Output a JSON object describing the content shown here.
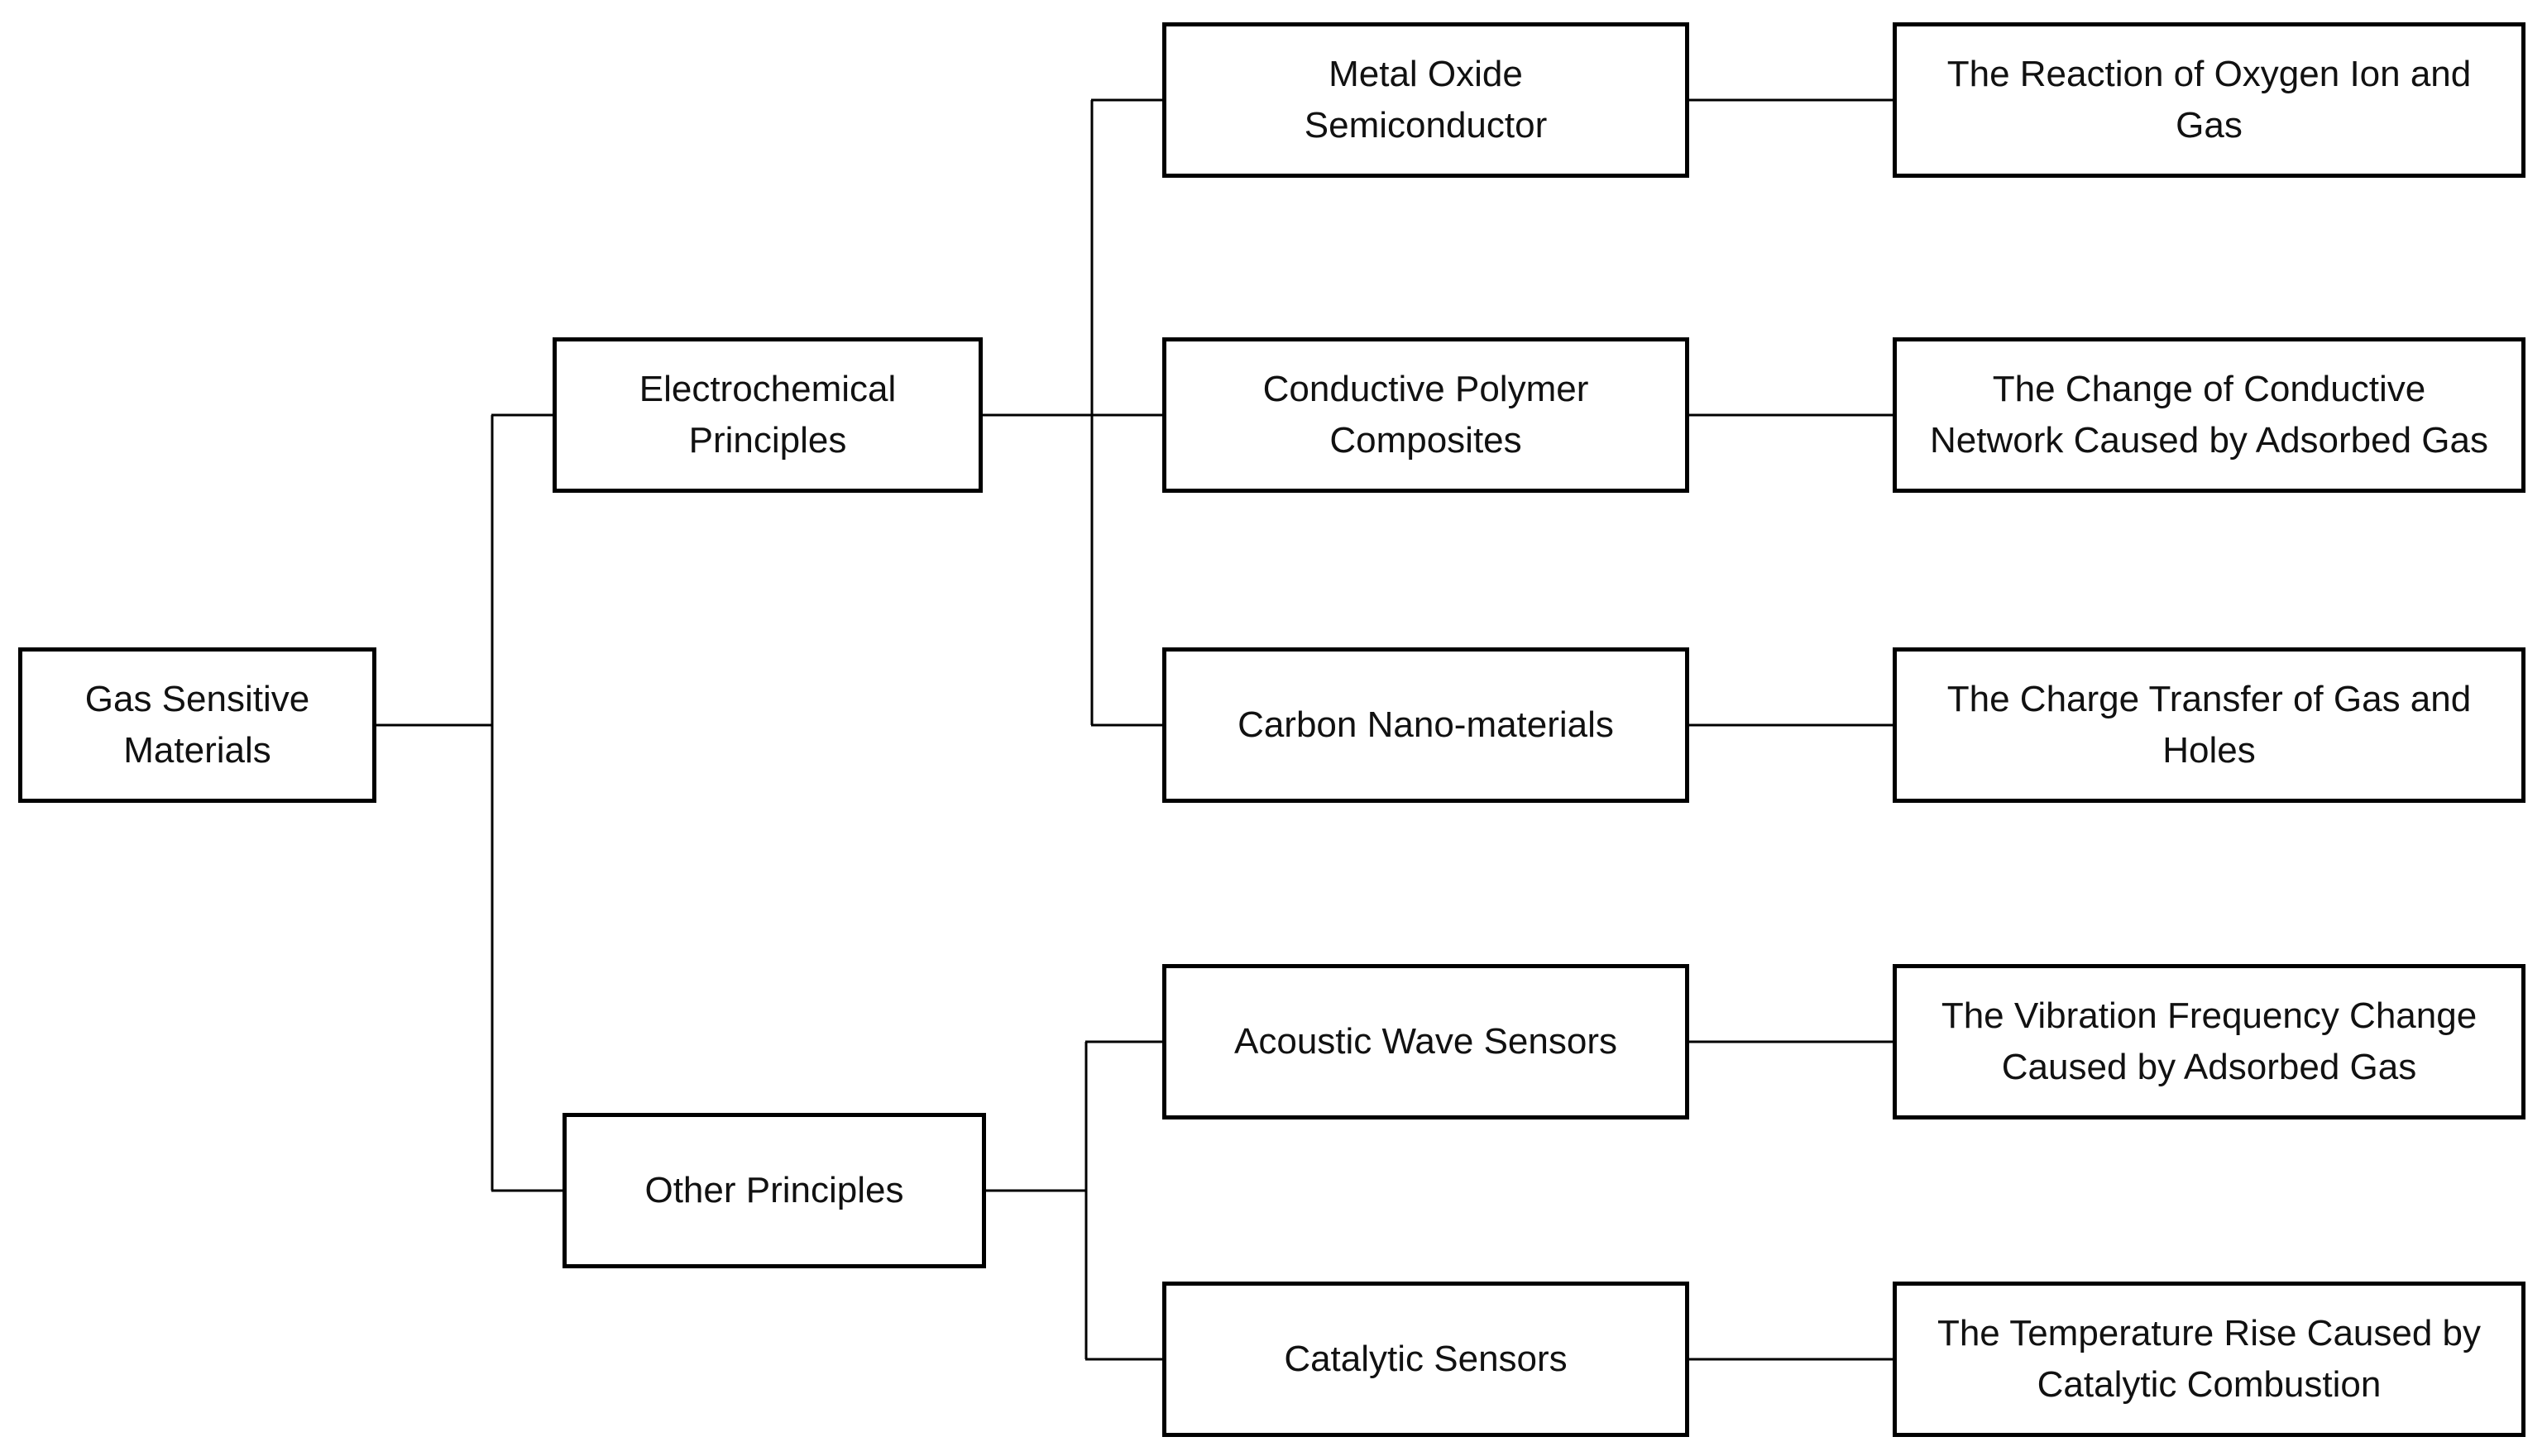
{
  "diagram": {
    "root": {
      "label": "Gas Sensitive\nMaterials"
    },
    "branches": [
      {
        "label": "Electrochemical\nPrinciples",
        "children": [
          {
            "material": "Metal Oxide\nSemiconductor",
            "mechanism": "The Reaction of Oxygen Ion and\nGas"
          },
          {
            "material": "Conductive Polymer\nComposites",
            "mechanism": "The Change of Conductive\nNetwork Caused by Adsorbed Gas"
          },
          {
            "material": "Carbon Nano-materials",
            "mechanism": "The Charge Transfer of Gas and\nHoles"
          }
        ]
      },
      {
        "label": "Other Principles",
        "children": [
          {
            "material": "Acoustic Wave Sensors",
            "mechanism": "The Vibration Frequency Change\nCaused by Adsorbed Gas"
          },
          {
            "material": "Catalytic Sensors",
            "mechanism": "The Temperature Rise Caused by\nCatalytic Combustion"
          }
        ]
      }
    ],
    "colors": {
      "line": "#000000",
      "box_border": "#000000",
      "text": "#111111",
      "background": "#ffffff"
    }
  }
}
